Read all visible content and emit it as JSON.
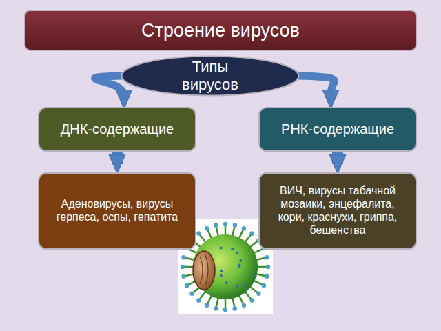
{
  "diagram": {
    "title": "Строение вирусов",
    "nodes": [
      {
        "text": [
          "Типы вирусов"
        ]
      },
      {
        "text": [
          "ДНК-содержащие"
        ]
      },
      {
        "text": [
          "РНК-содержащие"
        ]
      },
      {
        "text": [
          "Аденовирусы, вирусы герпеса, оспы, гепатита"
        ]
      },
      {
        "text": [
          "ВИЧ, вирусы табачной мозаики, энцефалита, кори, краснухи, гриппа, бешенства"
        ]
      }
    ],
    "edges": [
      {
        "from": 0,
        "to": 1,
        "arrow": "to"
      },
      {
        "from": 0,
        "to": 2,
        "arrow": "to"
      },
      {
        "from": 1,
        "to": 3,
        "arrow": "to"
      },
      {
        "from": 2,
        "to": 4,
        "arrow": "to"
      }
    ]
  }
}
